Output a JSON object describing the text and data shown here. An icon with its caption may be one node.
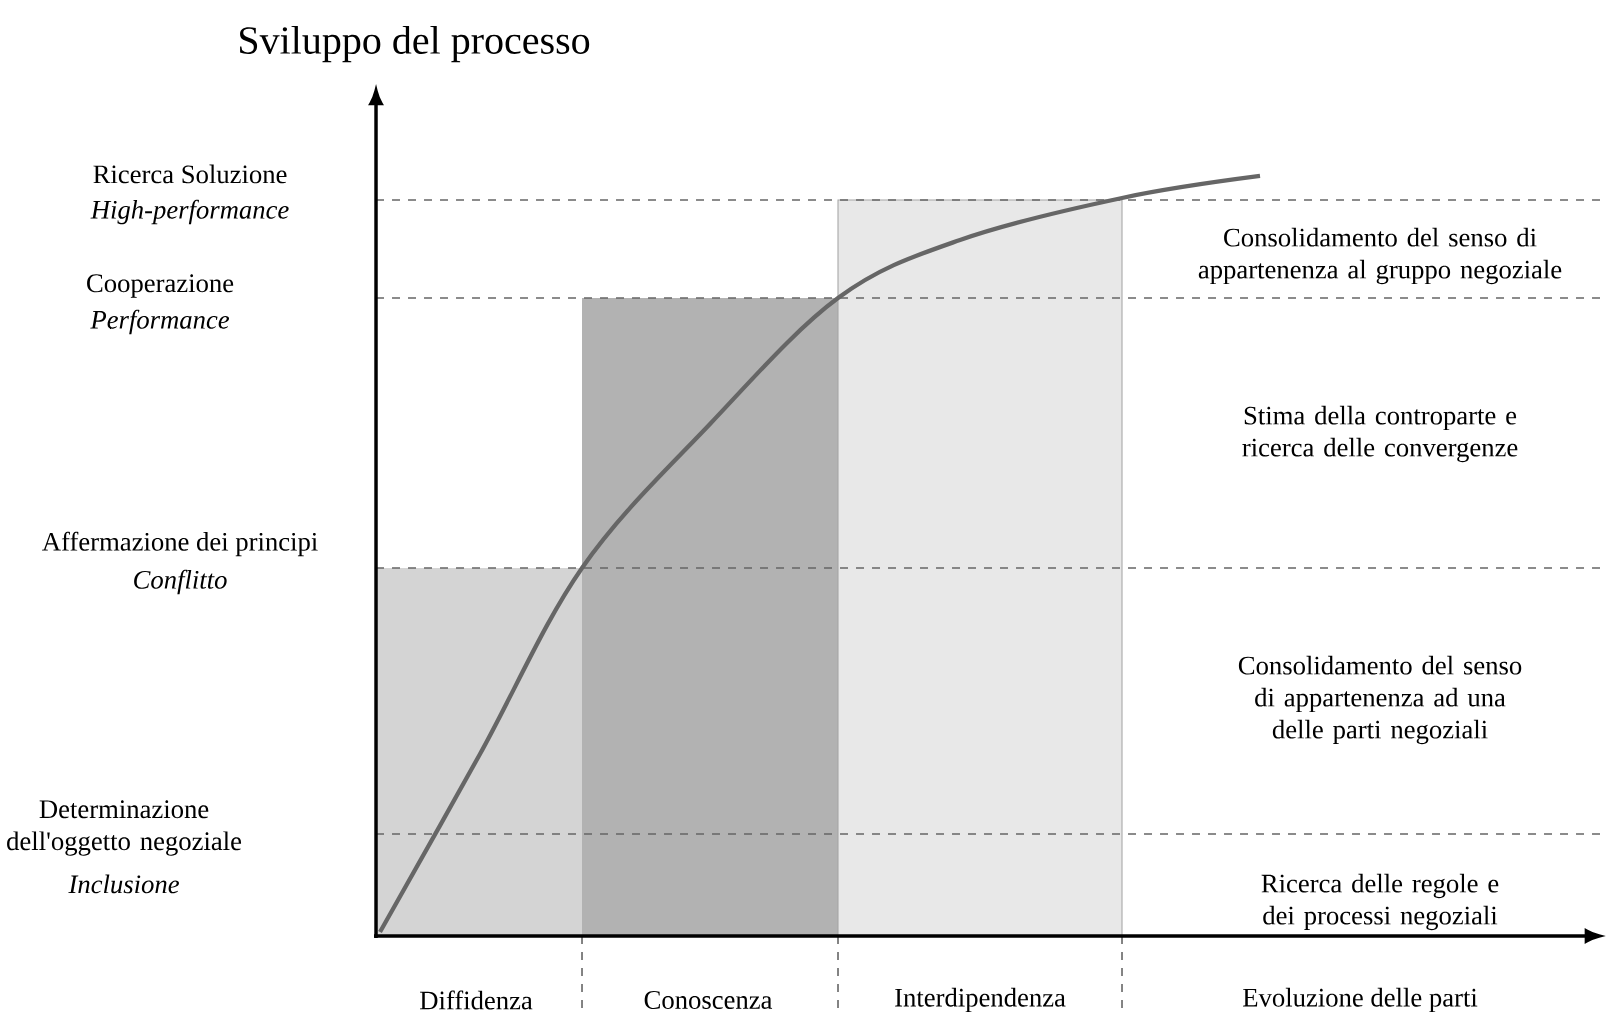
{
  "diagram": {
    "title": "Sviluppo del processo",
    "labels": [
      "Ricerca Soluzione",
      "High-performance",
      "Consolidamento del senso di appartenenza al gruppo negoziale",
      "Cooperazione",
      "Performance",
      "Stima della controparte e ricerca delle convergenze",
      "Affermazione dei principi",
      "Conflitto",
      "Consolidamento del senso di appartenenza ad una delle parti negoziali",
      "Determinazione dell'oggetto negoziale",
      "Inclusione",
      "Ricerca delle regole e dei processi negoziali",
      "Diffidenza",
      "Conoscenza",
      "Interdipendenza",
      "Evoluzione delle parti"
    ]
  }
}
